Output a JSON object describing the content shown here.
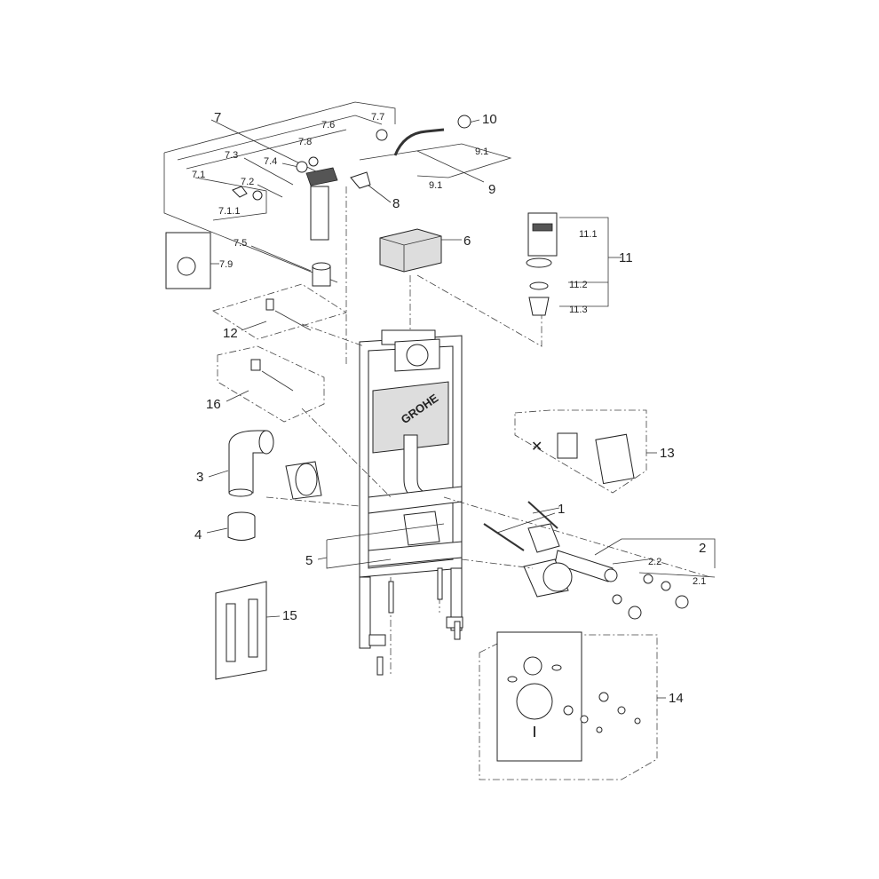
{
  "brand": "GROHE",
  "labels": {
    "p7_7": "7.7",
    "p7_6": "7.6",
    "p7": "7",
    "p7_8": "7.8",
    "p10": "10",
    "p9_1a": "9.1",
    "p9_1b": "9.1",
    "p9": "9",
    "p7_3": "7.3",
    "p7_4": "7.4",
    "p7_1": "7.1",
    "p7_2": "7.2",
    "p7_1_1": "7.1.1",
    "p8": "8",
    "p6": "6",
    "p11_1": "11.1",
    "p11": "11",
    "p11_2": "11.2",
    "p11_3": "11.3",
    "p7_5": "7.5",
    "p7_9": "7.9",
    "p12": "12",
    "p16": "16",
    "p3": "3",
    "p4": "4",
    "p13": "13",
    "p1": "1",
    "p5": "5",
    "p2": "2",
    "p2_2": "2.2",
    "p2_1": "2.1",
    "p15": "15",
    "p14": "14"
  }
}
